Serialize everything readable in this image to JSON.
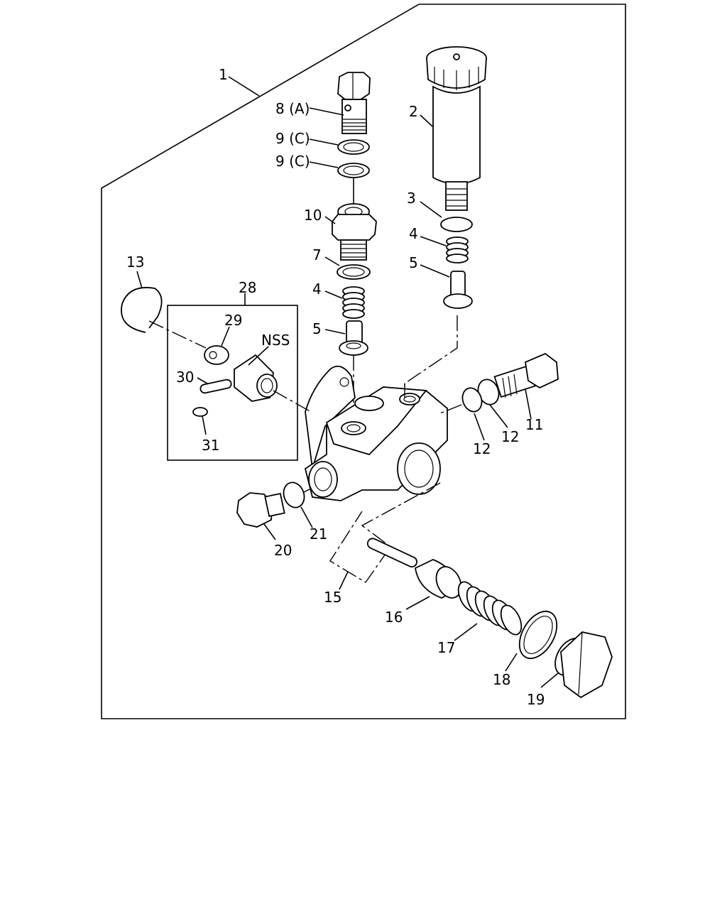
{
  "diagram": {
    "callouts": [
      {
        "id": "c1",
        "text": "1"
      },
      {
        "id": "c2",
        "text": "2"
      },
      {
        "id": "c3",
        "text": "3"
      },
      {
        "id": "c4a",
        "text": "4"
      },
      {
        "id": "c5a",
        "text": "5"
      },
      {
        "id": "c8",
        "text": "8 (A)"
      },
      {
        "id": "c9a",
        "text": "9 (C)"
      },
      {
        "id": "c9b",
        "text": "9 (C)"
      },
      {
        "id": "c10",
        "text": "10"
      },
      {
        "id": "c7",
        "text": "7"
      },
      {
        "id": "c4b",
        "text": "4"
      },
      {
        "id": "c5b",
        "text": "5"
      },
      {
        "id": "c13",
        "text": "13"
      },
      {
        "id": "c28",
        "text": "28"
      },
      {
        "id": "c29",
        "text": "29"
      },
      {
        "id": "cnss",
        "text": "NSS"
      },
      {
        "id": "c30",
        "text": "30"
      },
      {
        "id": "c31",
        "text": "31"
      },
      {
        "id": "c11",
        "text": "11"
      },
      {
        "id": "c12a",
        "text": "12"
      },
      {
        "id": "c12b",
        "text": "12"
      },
      {
        "id": "c20",
        "text": "20"
      },
      {
        "id": "c21",
        "text": "21"
      },
      {
        "id": "c15",
        "text": "15"
      },
      {
        "id": "c16",
        "text": "16"
      },
      {
        "id": "c17",
        "text": "17"
      },
      {
        "id": "c18",
        "text": "18"
      },
      {
        "id": "c19",
        "text": "19"
      }
    ]
  }
}
